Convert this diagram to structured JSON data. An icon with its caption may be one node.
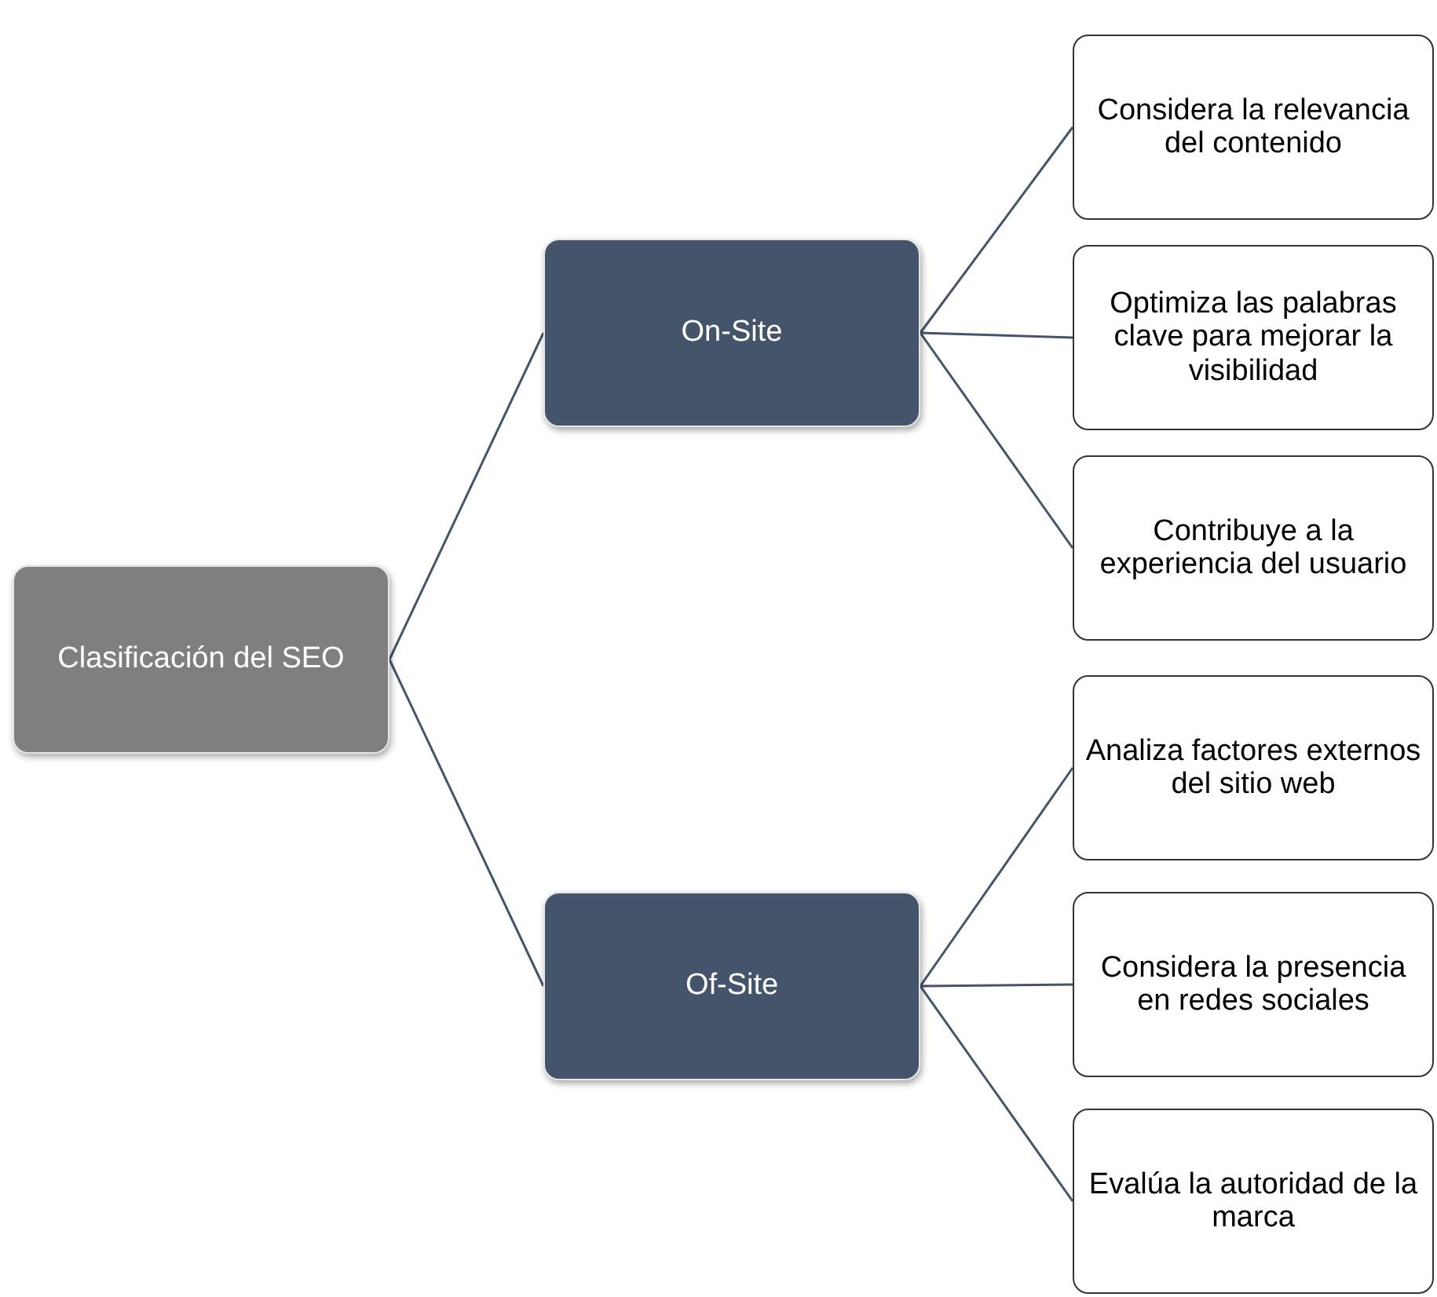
{
  "diagram": {
    "nodes": [
      {
        "text": [
          "Clasificación del SEO"
        ]
      },
      {
        "text": [
          "On-Site"
        ]
      },
      {
        "text": [
          "Of-Site"
        ]
      },
      {
        "text": [
          "Considera la relevancia del contenido"
        ]
      },
      {
        "text": [
          "Optimiza las palabras clave para mejorar la visibilidad"
        ]
      },
      {
        "text": [
          "Contribuye a la experiencia del usuario"
        ]
      },
      {
        "text": [
          "Analiza factores externos del sitio web"
        ]
      },
      {
        "text": [
          "Considera la presencia en redes sociales"
        ]
      },
      {
        "text": [
          "Evalúa la autoridad de la marca"
        ]
      }
    ],
    "edges": [
      {
        "from": 0,
        "to": 1,
        "arrow": "none"
      },
      {
        "from": 0,
        "to": 2,
        "arrow": "none"
      },
      {
        "from": 1,
        "to": 3,
        "arrow": "none"
      },
      {
        "from": 1,
        "to": 4,
        "arrow": "none"
      },
      {
        "from": 1,
        "to": 5,
        "arrow": "none"
      },
      {
        "from": 2,
        "to": 6,
        "arrow": "none"
      },
      {
        "from": 2,
        "to": 7,
        "arrow": "none"
      },
      {
        "from": 2,
        "to": 8,
        "arrow": "none"
      }
    ]
  }
}
